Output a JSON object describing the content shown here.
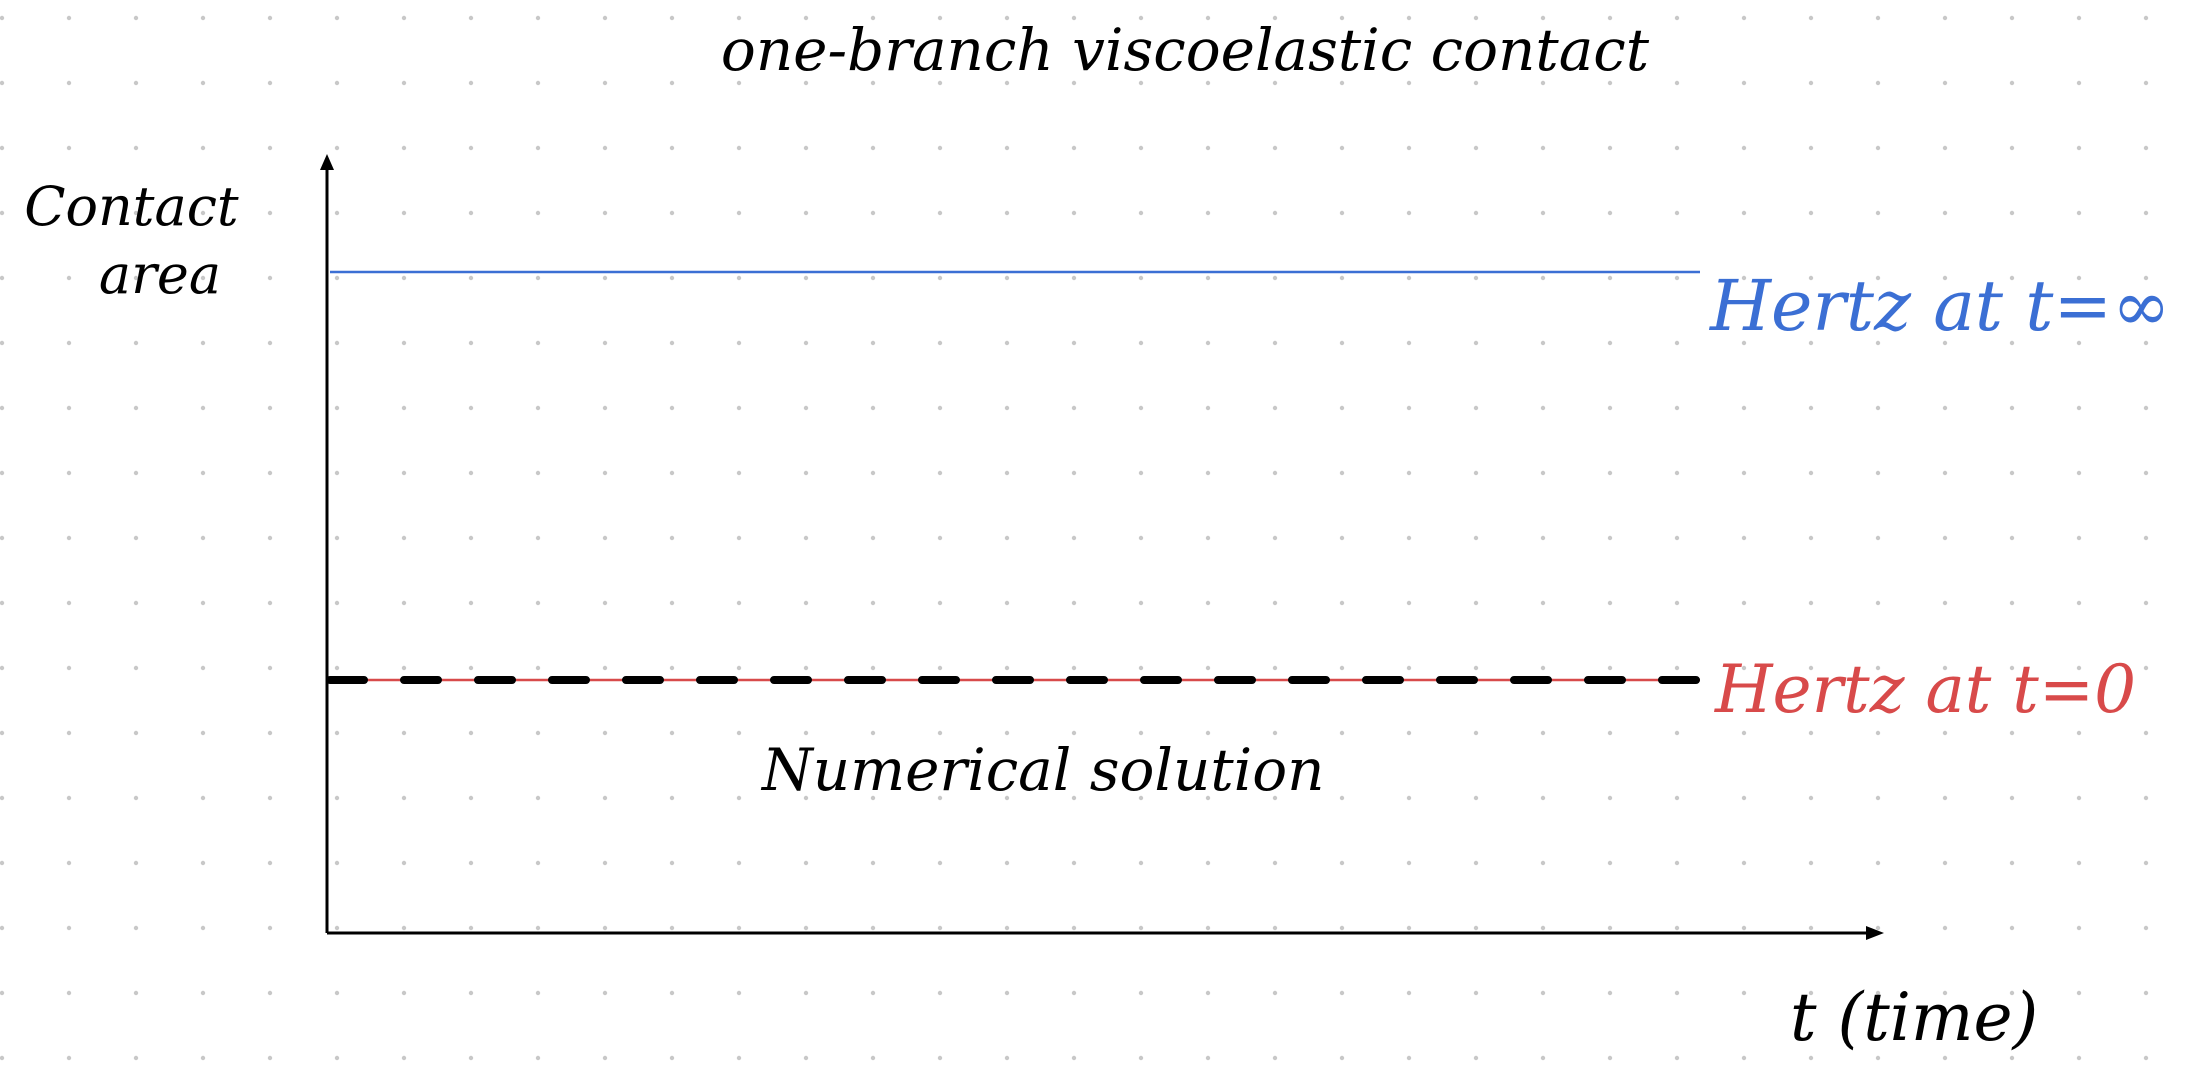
{
  "chart_data": {
    "type": "line",
    "title": "one-branch viscoelastic contact",
    "xlabel": "t (time)",
    "ylabel": "Contact area",
    "grid": "dotted",
    "axis_ticks": false,
    "series": [
      {
        "name": "Hertz at t=∞",
        "style": "solid",
        "color": "#3b6fd4",
        "level": "high",
        "trend": "constant"
      },
      {
        "name": "Hertz at t=0",
        "style": "solid",
        "color": "#d84a4a",
        "level": "low",
        "trend": "constant"
      },
      {
        "name": "Numerical solution",
        "style": "dashed",
        "color": "#000000",
        "level": "low",
        "trend": "constant"
      }
    ],
    "annotations": [
      {
        "text": "Numerical solution",
        "refers_to": "dashed black line"
      }
    ]
  }
}
